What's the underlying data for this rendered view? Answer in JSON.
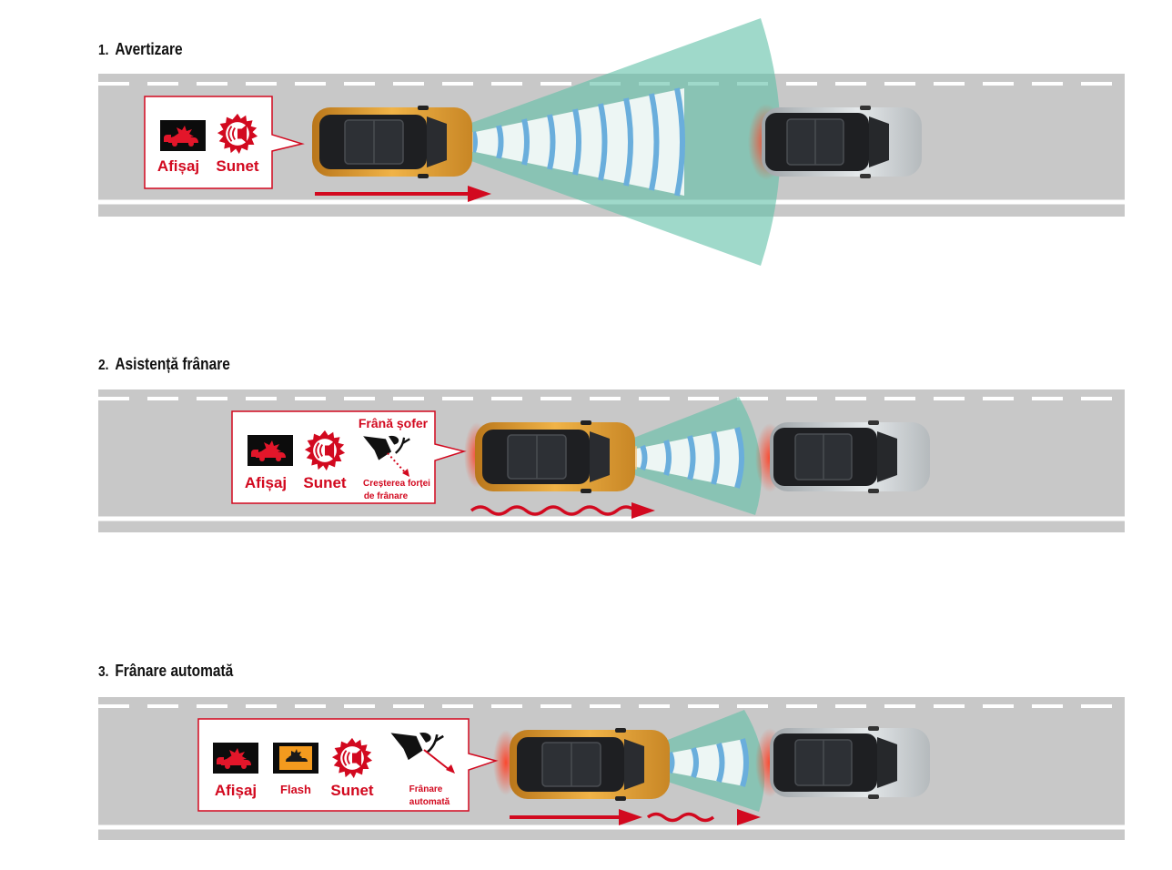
{
  "sections": [
    {
      "number": "1.",
      "title": "Avertizare",
      "display_label": "Afișaj",
      "sound_label": "Sunet"
    },
    {
      "number": "2.",
      "title": "Asistență frânare",
      "display_label": "Afișaj",
      "sound_label": "Sunet",
      "pedal_label": "Frână șofer",
      "force_label_line1": "Creșterea forței",
      "force_label_line2": "de frânare"
    },
    {
      "number": "3.",
      "title": "Frânare automată",
      "display_label": "Afișaj",
      "flash_label": "Flash",
      "sound_label": "Sunet",
      "auto_label_line1": "Frânare",
      "auto_label_line2": "automată"
    }
  ],
  "colors": {
    "accent_red": "#d2091f",
    "road_gray": "#c8c8c8",
    "lead_car": "#e8a02c",
    "radar_green": "#5fbfa6",
    "radar_blue": "#6aaedc",
    "warning_orange": "#f39a1e"
  }
}
